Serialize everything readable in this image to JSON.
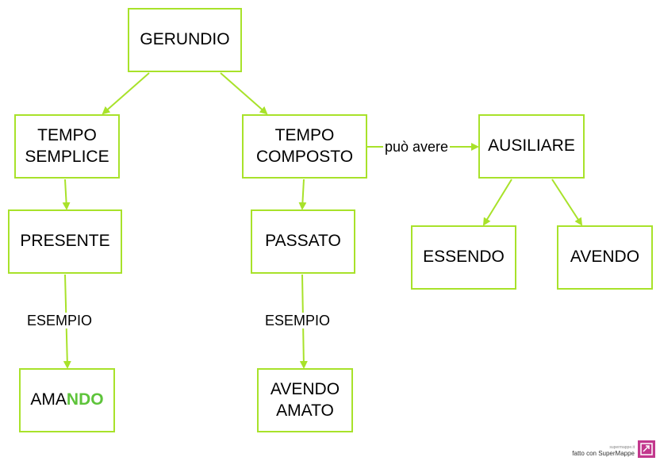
{
  "nodes": {
    "gerundio": "GERUNDIO",
    "tempo_semplice": [
      "TEMPO",
      "SEMPLICE"
    ],
    "tempo_composto": [
      "TEMPO",
      "COMPOSTO"
    ],
    "ausiliare": "AUSILIARE",
    "presente": "PRESENTE",
    "passato": "PASSATO",
    "essendo": "ESSENDO",
    "avendo": "AVENDO",
    "amando_stem": "AMA",
    "amando_suffix": "NDO",
    "avendo_amato": [
      "AVENDO",
      "AMATO"
    ]
  },
  "edge_labels": {
    "puo_avere": "può avere",
    "esempio_1": "ESEMPIO",
    "esempio_2": "ESEMPIO"
  },
  "colors": {
    "border": "#a8e22a",
    "arrow": "#a8e22a",
    "highlight": "#5ec43b",
    "logo": "#c2388d"
  },
  "footer": {
    "small": "supermappe.it",
    "main": "fatto con SuperMappe"
  }
}
